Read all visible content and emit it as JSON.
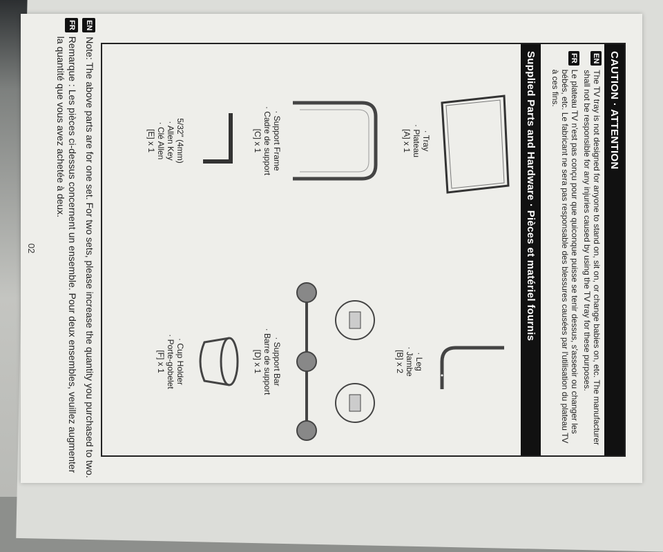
{
  "caution": {
    "title": "CAUTION · ATTENTION",
    "en_tag": "EN",
    "en_text": "The TV tray is not designed for anyone to stand on, sit on, or change babies on, etc. The manufacturer shall not be responsible for any injuries caused by using the TV tray for these purposes.",
    "fr_tag": "FR",
    "fr_text": "Le plateau TV n'est pas conçu pour que quiconque puisse se tenir dessus, s'asseoir ou changer les bébés, etc. Le fabricant ne sera pas responsable des blessures causées par l'utilisation du plateau TV à ces fins."
  },
  "parts": {
    "title": "Supplied Parts and Hardware · Pièces et matériel fournis",
    "items": [
      {
        "en": "· Tray",
        "fr": "· Plateau",
        "qty": "[A] x 1"
      },
      {
        "en": "· Leg",
        "fr": "· Jambe",
        "qty": "[B] x 2"
      },
      {
        "en": "· Support Frame",
        "fr": "· Cadre de support",
        "qty": "[C] x 1"
      },
      {
        "en": "· Support Bar",
        "fr": "· Barre de support",
        "qty": "[D] x 1"
      },
      {
        "en": "5/32\" (4mm)",
        "fr": "· Allen Key",
        "fr2": "· Clé Allen",
        "qty": "[E] x 1"
      },
      {
        "en": "· Cup Holder",
        "fr": "· Porte-gobelet",
        "qty": "[F] x 1"
      }
    ]
  },
  "notes": {
    "en_tag": "EN",
    "en_text": "Note: The above parts are for one set. For two sets, please increase the quantity you purchased to two.",
    "fr_tag": "FR",
    "fr_text": "Remarque : Les pièces ci-dessus concernent un ensemble. Pour deux ensembles, veuillez augmenter la quantité que vous avez achetée à deux."
  },
  "page_number": "02"
}
